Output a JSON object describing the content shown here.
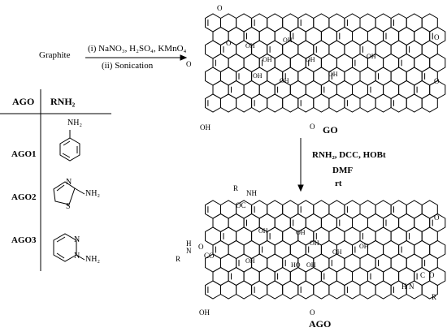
{
  "step1": {
    "reactant": "Graphite",
    "reagent_i": "(i) NaNO₃, H₂SO₄, KMnO₄",
    "reagent_ii": "(ii) Sonication"
  },
  "step2": {
    "reagents": "RNH₂, DCC, HOBt",
    "solvent": "DMF",
    "temperature": "rt"
  },
  "products": {
    "go_label": "GO",
    "ago_label": "AGO"
  },
  "table": {
    "col_ago": "AGO",
    "col_rnh2": "RNH₂",
    "rows": [
      {
        "name": "AGO1",
        "substituent": "NH₂"
      },
      {
        "name": "AGO2",
        "substituent": "NH₂"
      },
      {
        "name": "AGO3",
        "substituent": "NH₂"
      }
    ]
  },
  "atoms": {
    "oh": "OH",
    "o": "O",
    "ho": "HO",
    "s": "S",
    "n": "N",
    "h": "H",
    "r": "R",
    "nh": "NH",
    "oc": "OC",
    "co": "CO",
    "c": "C"
  },
  "colors": {
    "ink": "#000000",
    "background": "#ffffff"
  }
}
